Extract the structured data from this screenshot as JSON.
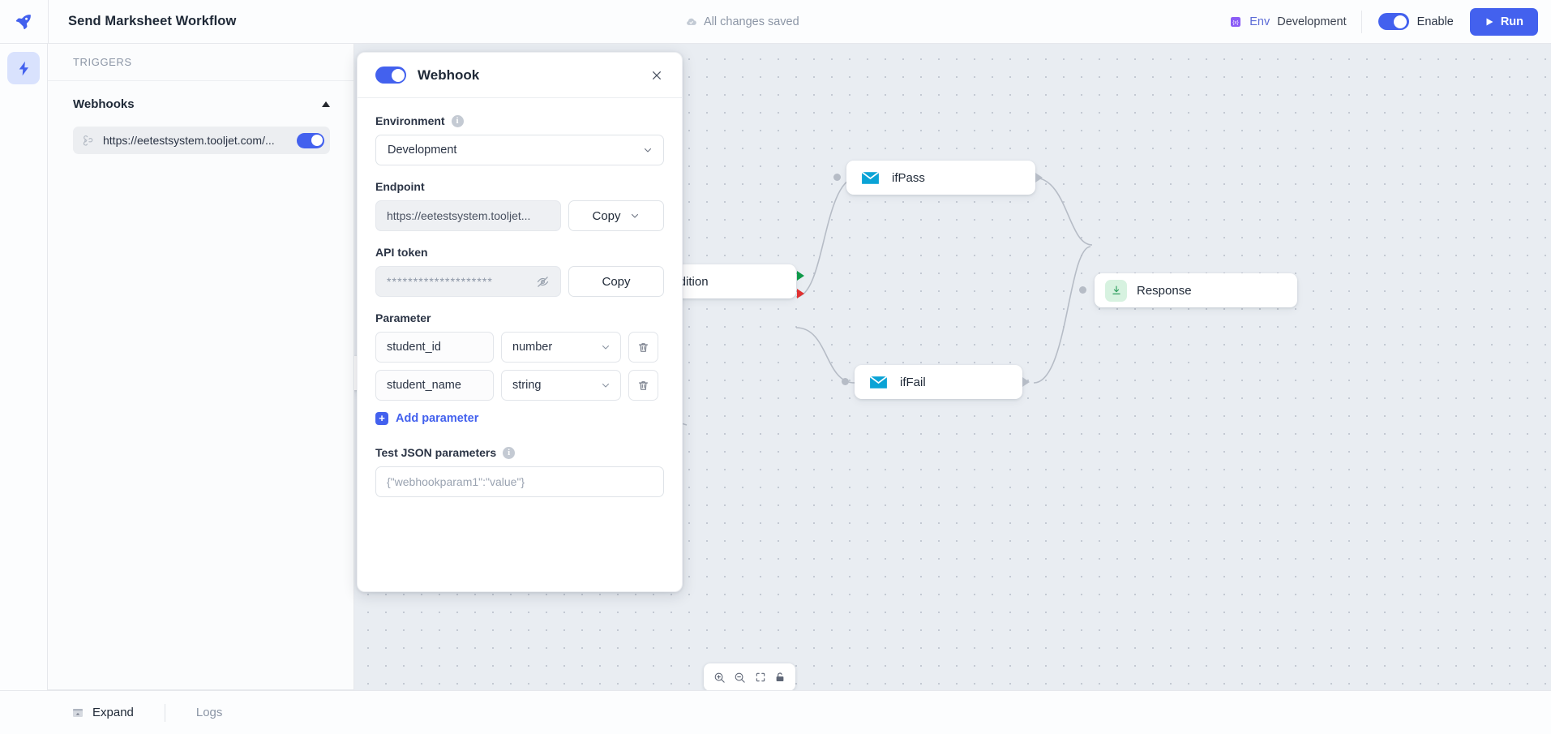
{
  "header": {
    "logo_icon": "rocket-icon",
    "title": "Send Marksheet Workflow",
    "save_status": "All changes saved",
    "save_icon": "cloud-check-icon",
    "env_icon": "variable-braces-icon",
    "env_label": "Env",
    "env_value": "Development",
    "enable_label": "Enable",
    "run_label": "Run",
    "run_icon": "play-icon",
    "accent_color": "#4361ee"
  },
  "rail": {
    "items": [
      {
        "name": "triggers-bolt",
        "icon": "lightning-bolt-icon",
        "active": true
      }
    ]
  },
  "sidebar": {
    "section_label": "TRIGGERS",
    "group": {
      "title": "Webhooks",
      "collapse_icon": "caret-up-icon",
      "items": [
        {
          "icon": "webhook-icon",
          "url": "https://eetestsystem.tooljet.com/...",
          "enabled": true
        }
      ]
    }
  },
  "modal": {
    "title": "Webhook",
    "enabled": true,
    "close_icon": "close-icon",
    "environment": {
      "label": "Environment",
      "info_icon": "info-icon",
      "value": "Development",
      "chevron_icon": "chevron-down-icon"
    },
    "endpoint": {
      "label": "Endpoint",
      "value": "https://eetestsystem.tooljet...",
      "copy_label": "Copy",
      "copy_chevron_icon": "chevron-down-icon"
    },
    "api_token": {
      "label": "API token",
      "masked_value": "********************",
      "visibility_icon": "eye-off-icon",
      "copy_label": "Copy"
    },
    "parameter": {
      "label": "Parameter",
      "rows": [
        {
          "name": "student_id",
          "type": "number",
          "delete_icon": "trash-icon"
        },
        {
          "name": "student_name",
          "type": "string",
          "delete_icon": "trash-icon"
        }
      ],
      "add_label": "Add parameter",
      "add_icon": "plus-square-icon"
    },
    "test_json": {
      "label": "Test JSON parameters",
      "info_icon": "info-icon",
      "placeholder": "{\"webhookparam1\":\"value\"}",
      "value": ""
    }
  },
  "canvas": {
    "nodes": [
      {
        "id": "hidden-node",
        "label": "",
        "icon": ""
      },
      {
        "id": "if-condition",
        "label": "If condition",
        "icon": "branch-icon"
      },
      {
        "id": "ifpass",
        "label": "ifPass",
        "icon": "envelope-icon",
        "icon_color": "#0aa3d6"
      },
      {
        "id": "iffail",
        "label": "ifFail",
        "icon": "envelope-icon",
        "icon_color": "#0aa3d6"
      },
      {
        "id": "response",
        "label": "Response",
        "icon": "response-download-icon",
        "icon_color": "#2f9e5e"
      }
    ],
    "toolbar": [
      {
        "name": "zoom-in",
        "icon": "zoom-in-icon"
      },
      {
        "name": "zoom-out",
        "icon": "zoom-out-icon"
      },
      {
        "name": "fit-view",
        "icon": "fit-view-icon"
      },
      {
        "name": "lock-toggle",
        "icon": "unlock-icon"
      }
    ]
  },
  "footer": {
    "expand_label": "Expand",
    "expand_icon": "expand-panel-icon",
    "logs_label": "Logs"
  }
}
